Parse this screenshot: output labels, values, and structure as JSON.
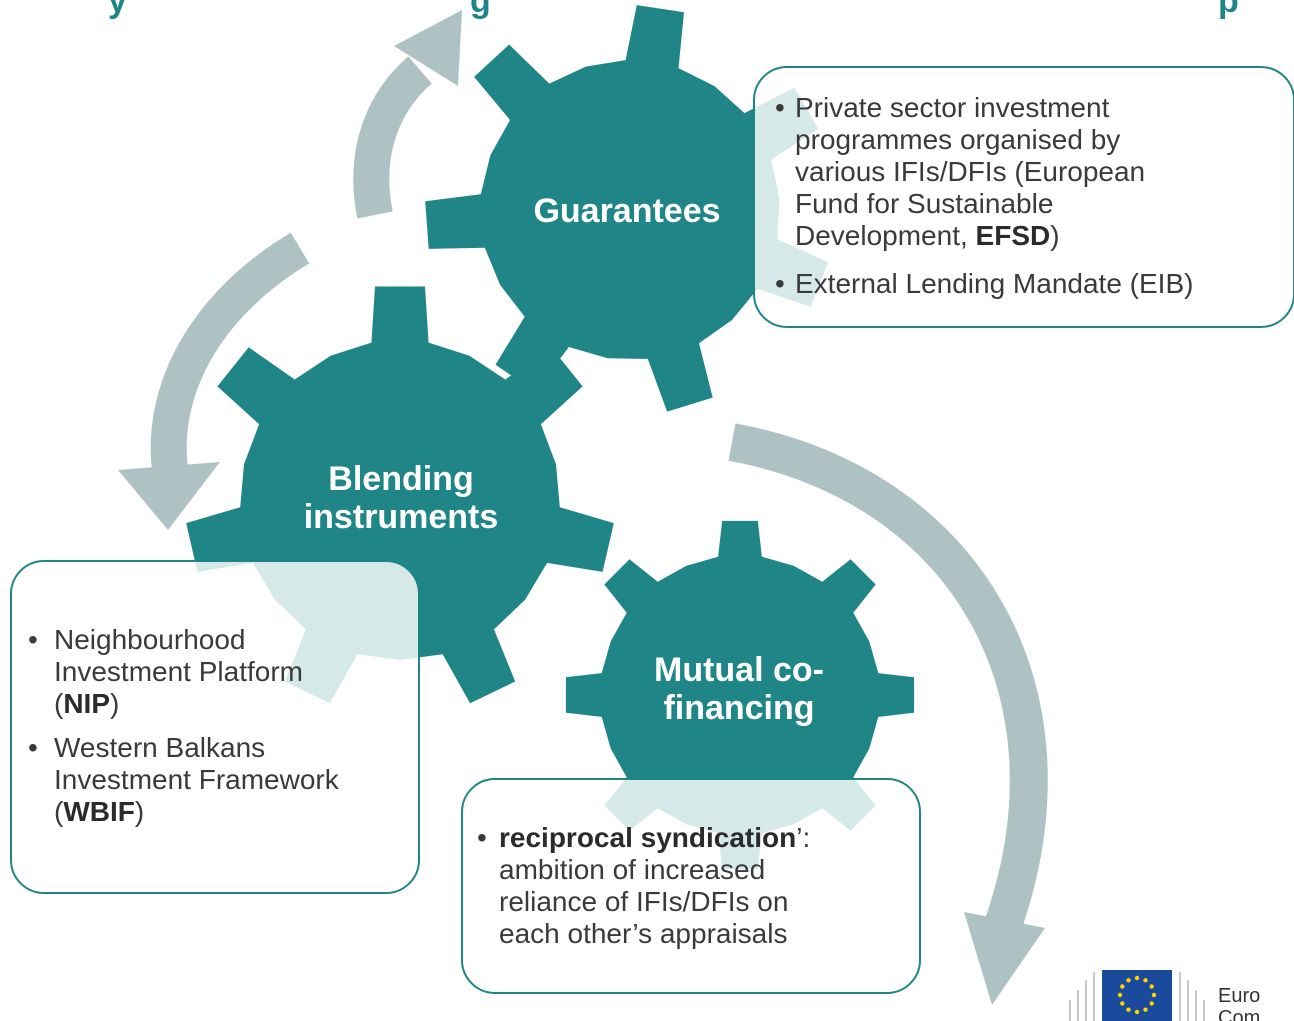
{
  "colors": {
    "gear": "#1f8586",
    "arrow": "#aec2c4",
    "box_border": "#1f8585",
    "text": "#3a3a3a",
    "title": "#1d8586"
  },
  "title_fragments": [
    "y",
    "g",
    "p"
  ],
  "gears": [
    {
      "id": "guarantees",
      "lines": [
        "Guarantees"
      ]
    },
    {
      "id": "blending",
      "lines": [
        "Blending",
        "instruments"
      ]
    },
    {
      "id": "mutual",
      "lines": [
        "Mutual co-",
        "financing"
      ]
    }
  ],
  "guarantees_box": {
    "items": [
      {
        "lines": [
          "Private sector investment",
          "programmes organised by",
          "various IFIs/DFIs (European",
          "Fund for Sustainable"
        ],
        "last_pre": "Development, ",
        "last_bold": "EFSD",
        "last_post": ")"
      },
      {
        "lines": [
          "External Lending Mandate (EIB)"
        ]
      }
    ]
  },
  "blending_box": {
    "items": [
      {
        "lines": [
          "Neighbourhood",
          "Investment Platform"
        ],
        "last_pre": "(",
        "last_bold": "NIP",
        "last_post": ")"
      },
      {
        "lines": [
          "Western Balkans",
          "Investment Framework"
        ],
        "last_pre": "(",
        "last_bold": "WBIF",
        "last_post": ")"
      }
    ]
  },
  "mutual_box": {
    "first_bold": "reciprocal syndication",
    "first_post": "’:",
    "lines": [
      "ambition of increased",
      "reliance of IFIs/DFIs on",
      "each other’s appraisals"
    ]
  },
  "logo": {
    "line1": "Euro",
    "line2": "Com"
  }
}
